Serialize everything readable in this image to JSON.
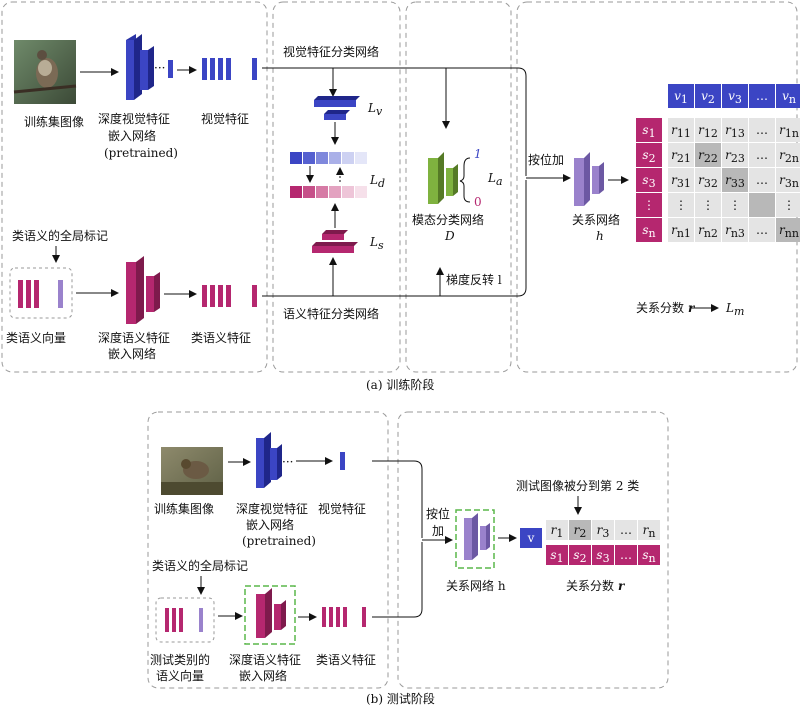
{
  "training": {
    "caption": "(a) 训练阶段",
    "train_image_label": "训练集图像",
    "visual_net_label_1": "深度视觉特征",
    "visual_net_label_2": "嵌入网络",
    "visual_net_label_3": "(pretrained)",
    "visual_feature_label": "视觉特征",
    "visual_cls_net_label": "视觉特征分类网络",
    "semantic_cls_net_label": "语义特征分类网络",
    "global_marker_label": "类语义的全局标记",
    "semantic_vector_label": "类语义向量",
    "semantic_net_label_1": "深度语义特征",
    "semantic_net_label_2": "嵌入网络",
    "semantic_feature_label": "类语义特征",
    "loss_v": "L",
    "loss_v_sub": "v",
    "loss_d": "L",
    "loss_d_sub": "d",
    "loss_s": "L",
    "loss_s_sub": "s",
    "modal_net_label": "模态分类网络",
    "modal_net_symbol": "D",
    "modal_out_1": "1",
    "modal_out_0": "0",
    "loss_a": "L",
    "loss_a_sub": "a",
    "gradient_reverse_label": "梯度反转 l",
    "concat_label": "按位加",
    "relation_net_label": "关系网络",
    "relation_net_symbol": "h",
    "relation_score_label": "关系分数",
    "relation_score_symbol": "r",
    "loss_m": "L",
    "loss_m_sub": "m",
    "v_headers": [
      {
        "b": "v",
        "s": "1"
      },
      {
        "b": "v",
        "s": "2"
      },
      {
        "b": "v",
        "s": "3"
      },
      {
        "b": "…",
        "s": ""
      },
      {
        "b": "v",
        "s": "n"
      }
    ],
    "s_rows": [
      {
        "b": "s",
        "s": "1"
      },
      {
        "b": "s",
        "s": "2"
      },
      {
        "b": "s",
        "s": "3"
      },
      {
        "b": "⋮",
        "s": ""
      },
      {
        "b": "s",
        "s": "n"
      }
    ],
    "matrix": [
      [
        {
          "b": "r",
          "s": "11"
        },
        {
          "b": "r",
          "s": "12"
        },
        {
          "b": "r",
          "s": "13"
        },
        {
          "b": "…",
          "s": ""
        },
        {
          "b": "r",
          "s": "1n"
        }
      ],
      [
        {
          "b": "r",
          "s": "21"
        },
        {
          "b": "r",
          "s": "22"
        },
        {
          "b": "r",
          "s": "23"
        },
        {
          "b": "…",
          "s": ""
        },
        {
          "b": "r",
          "s": "2n"
        }
      ],
      [
        {
          "b": "r",
          "s": "31"
        },
        {
          "b": "r",
          "s": "32"
        },
        {
          "b": "r",
          "s": "33"
        },
        {
          "b": "…",
          "s": ""
        },
        {
          "b": "r",
          "s": "3n"
        }
      ],
      [
        {
          "b": "⋮",
          "s": ""
        },
        {
          "b": "⋮",
          "s": ""
        },
        {
          "b": "⋮",
          "s": ""
        },
        {
          "b": "",
          "s": ""
        },
        {
          "b": "⋮",
          "s": ""
        }
      ],
      [
        {
          "b": "r",
          "s": "n1"
        },
        {
          "b": "r",
          "s": "n2"
        },
        {
          "b": "r",
          "s": "n3"
        },
        {
          "b": "…",
          "s": ""
        },
        {
          "b": "r",
          "s": "nn"
        }
      ]
    ],
    "diag_highlight": [
      [
        1,
        1
      ],
      [
        2,
        2
      ],
      [
        3,
        3
      ],
      [
        4,
        4
      ]
    ]
  },
  "testing": {
    "caption": "(b) 测试阶段",
    "train_image_label": "训练集图像",
    "visual_net_label_1": "深度视觉特征",
    "visual_net_label_2": "嵌入网络",
    "visual_net_label_3": "(pretrained)",
    "visual_feature_label": "视觉特征",
    "global_marker_label": "类语义的全局标记",
    "semantic_vector_label_1": "测试类别的",
    "semantic_vector_label_2": "语义向量",
    "semantic_net_label_1": "深度语义特征",
    "semantic_net_label_2": "嵌入网络",
    "semantic_feature_label": "类语义特征",
    "concat_label_1": "按位",
    "concat_label_2": "加",
    "relation_net_label": "关系网络 h",
    "result_label": "测试图像被分到第 2 类",
    "relation_score_label": "关系分数",
    "relation_score_symbol": "r",
    "v_cell": {
      "b": "v",
      "s": ""
    },
    "r_cells": [
      {
        "b": "r",
        "s": "1"
      },
      {
        "b": "r",
        "s": "2"
      },
      {
        "b": "r",
        "s": "3"
      },
      {
        "b": "…",
        "s": ""
      },
      {
        "b": "r",
        "s": "n"
      }
    ],
    "s_cells": [
      {
        "b": "s",
        "s": "1"
      },
      {
        "b": "s",
        "s": "2"
      },
      {
        "b": "s",
        "s": "3"
      },
      {
        "b": "…",
        "s": ""
      },
      {
        "b": "s",
        "s": "n"
      }
    ],
    "selected_index": 1
  },
  "colors": {
    "visual_blue": "#3b45c4",
    "semantic_magenta": "#b5276f",
    "modal_green": "#7fb23f",
    "relation_purple": "#9a82cc",
    "highlight_gray": "#b8b8b8",
    "cell_gray": "#e4e4e4",
    "dash_green": "#5ab74a"
  }
}
